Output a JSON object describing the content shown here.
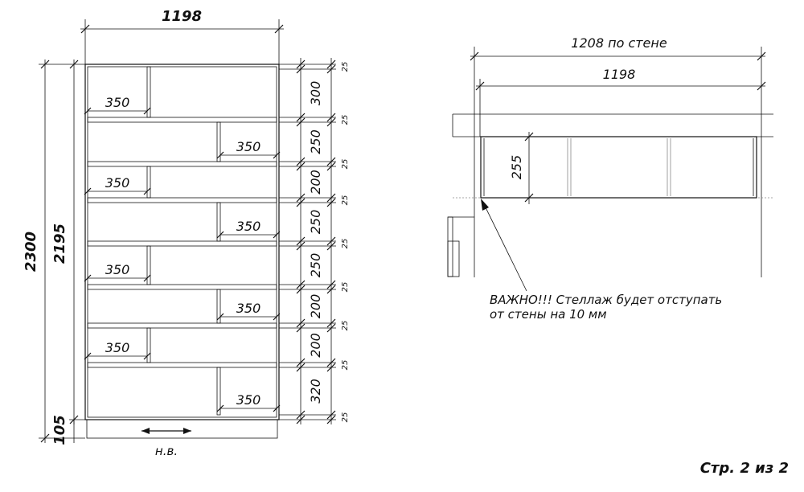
{
  "left_view": {
    "overall_width": "1198",
    "overall_height": "2300",
    "inner_height": "2195",
    "plinth_height": "105",
    "dividers": [
      "350",
      "350",
      "350",
      "350",
      "350",
      "350",
      "350",
      "350"
    ],
    "section_heights": [
      "300",
      "250",
      "200",
      "250",
      "250",
      "200",
      "200",
      "320"
    ],
    "shelf_thickness": [
      "25",
      "25",
      "25",
      "25",
      "25",
      "25",
      "25",
      "25",
      "25"
    ],
    "direction_label": "н.в."
  },
  "right_view": {
    "wall_width": "1208 по стене",
    "width": "1198",
    "depth": "255",
    "note_line1": "ВАЖНО!!! Стеллаж будет отступать",
    "note_line2": "от стены на 10 мм"
  },
  "page_label": "Стр. 2 из 2"
}
